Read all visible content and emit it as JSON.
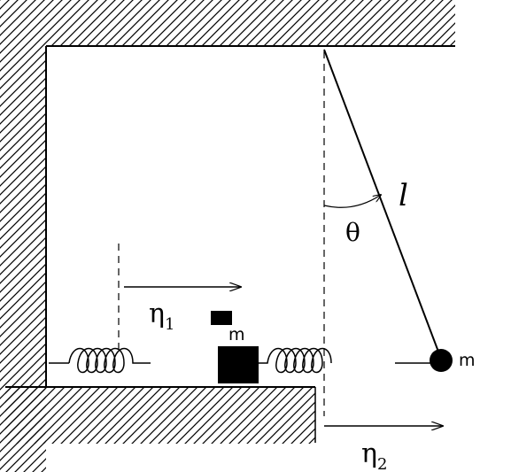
{
  "labels": {
    "length": "l",
    "angle": "θ",
    "eta1_base": "η",
    "eta1_sub": "1",
    "eta2_base": "η",
    "eta2_sub": "2",
    "mass_block": "m",
    "mass_bob": "m"
  },
  "colors": {
    "ink": "#000000",
    "background": "#ffffff"
  }
}
